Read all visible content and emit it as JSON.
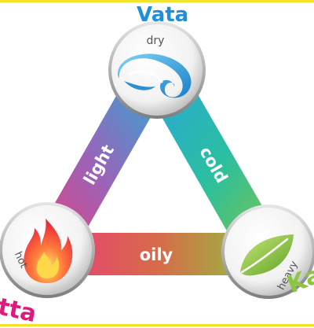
{
  "doshas": {
    "vata": {
      "name": "Vata",
      "quality": "dry",
      "color": "#1f8fd6",
      "icon": "wind-icon"
    },
    "pitta": {
      "name": "Pitta",
      "quality": "hot",
      "color": "#e2197c",
      "icon": "flame-icon"
    },
    "kapha": {
      "name": "Kapha",
      "quality": "heavy",
      "color": "#8cc63f",
      "icon": "leaf-icon"
    }
  },
  "edges": {
    "left": "light",
    "right": "cold",
    "bottom": "oily"
  },
  "colors": {
    "frame": "#f4e22a",
    "edge_text": "#ffffff",
    "quality_text": "#555555"
  }
}
